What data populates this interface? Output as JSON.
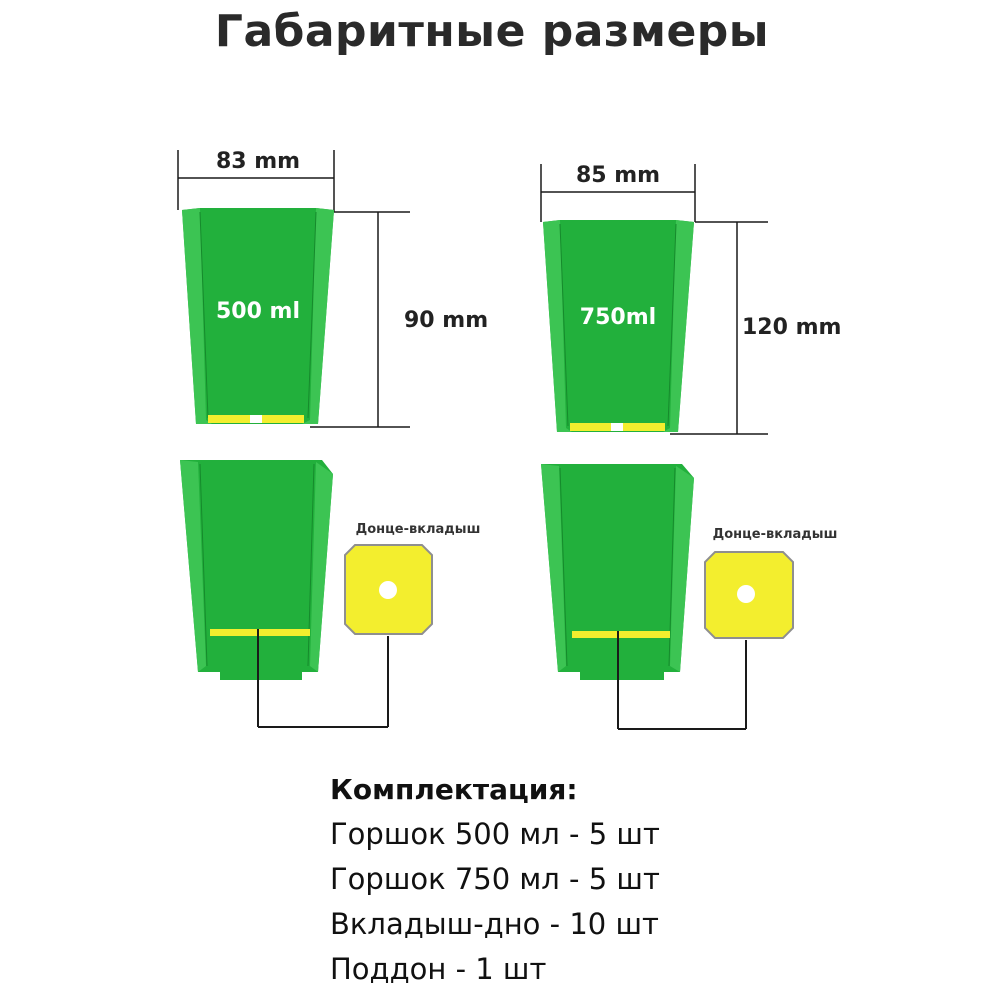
{
  "title": "Габаритные размеры",
  "colors": {
    "pot_green": "#22b03c",
    "pot_green_light": "#3cc453",
    "pot_green_dark": "#168a2c",
    "insert_yellow": "#f3ee2e",
    "line": "#1a1a1a"
  },
  "pot_small": {
    "width_label": "83 mm",
    "height_label": "90 mm",
    "volume_label": "500 ml",
    "insert_label": "Донце-вкладыш"
  },
  "pot_large": {
    "width_label": "85 mm",
    "height_label": "120 mm",
    "volume_label": "750ml",
    "insert_label": "Донце-вкладыш"
  },
  "kit": {
    "title": "Комплектация:",
    "items": [
      "Горшок 500 мл - 5 шт",
      "Горшок 750 мл - 5 шт",
      "Вкладыш-дно - 10 шт",
      "Поддон - 1 шт"
    ]
  }
}
